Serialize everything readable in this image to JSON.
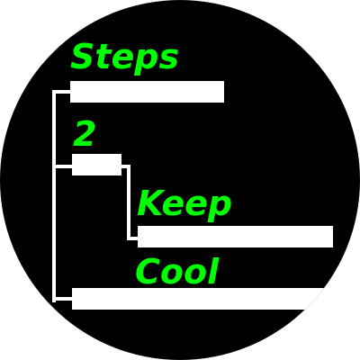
{
  "colors": {
    "background": "#000000",
    "accent_text": "#00ff00",
    "bar": "#ffffff",
    "tree_line": "#ffffff"
  },
  "items": [
    {
      "label": "Steps"
    },
    {
      "label": "2"
    },
    {
      "label": "Keep"
    },
    {
      "label": "Cool"
    }
  ]
}
